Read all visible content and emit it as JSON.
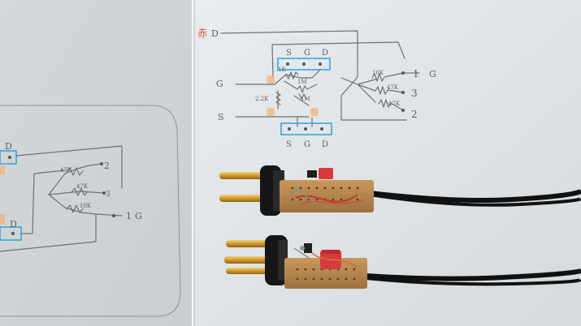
{
  "photo": {
    "background_color": "#dde2e4",
    "pin_color": "#c9951f",
    "board_color": "#b5854c",
    "cable_color": "#111111",
    "capacitor_color": "#d63a3a"
  },
  "right_schematic": {
    "red_label": "赤",
    "d_top": "D",
    "pad_labels_top": [
      "S",
      "G",
      "D"
    ],
    "pad_labels_bottom": [
      "S",
      "G",
      "D"
    ],
    "input_g": "G",
    "input_s": "S",
    "r_small": ".1K",
    "r_1m_a": "1M",
    "r_1m_b": "1M",
    "r_2k": "2.2K",
    "r_10k": "10K",
    "r_47k_a": "47K",
    "r_47k_b": "47K",
    "pin_1": "1",
    "pin_3": "3",
    "pin_2": "2",
    "out_g": "G"
  },
  "left_schematic": {
    "d_top": "D",
    "d_bottom": "D",
    "r_47k_a": "47K",
    "r_47k_b": "47K",
    "r_10k": "10K",
    "pin_2": "2",
    "pin_3": "3",
    "pin_1": "1",
    "out_g": "G"
  }
}
